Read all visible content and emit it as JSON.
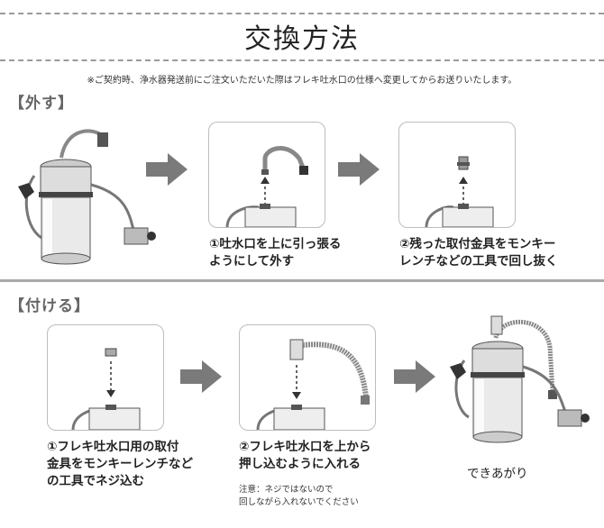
{
  "title": "交換方法",
  "notice": "※ご契約時、浄水器発送前にご注文いただいた際はフレキ吐水口の仕様へ変更してからお送りいたします。",
  "remove": {
    "heading": "【外す】",
    "step1": [
      "①吐水口を上に引っ張る",
      "ようにして外す"
    ],
    "step2": [
      "②残った取付金具をモンキー",
      "レンチなどの工具で回し抜く"
    ]
  },
  "attach": {
    "heading": "【付ける】",
    "step1": [
      "①フレキ吐水口用の取付",
      "金具をモンキーレンチなど",
      "の工具でネジ込む"
    ],
    "step2": [
      "②フレキ吐水口を上から",
      "押し込むように入れる"
    ],
    "step2_note": [
      "注意：ネジではないので",
      "回しながら入れないでください"
    ],
    "done": "できあがり"
  },
  "icons": [
    "filter-unit-illustration",
    "arrow-right-icon",
    "spout-illustration",
    "fitting-illustration",
    "flexible-spout-illustration"
  ],
  "colors": {
    "arrow": "#7a7a7a",
    "rule": "#a8a8a8",
    "heading": "#666666"
  }
}
